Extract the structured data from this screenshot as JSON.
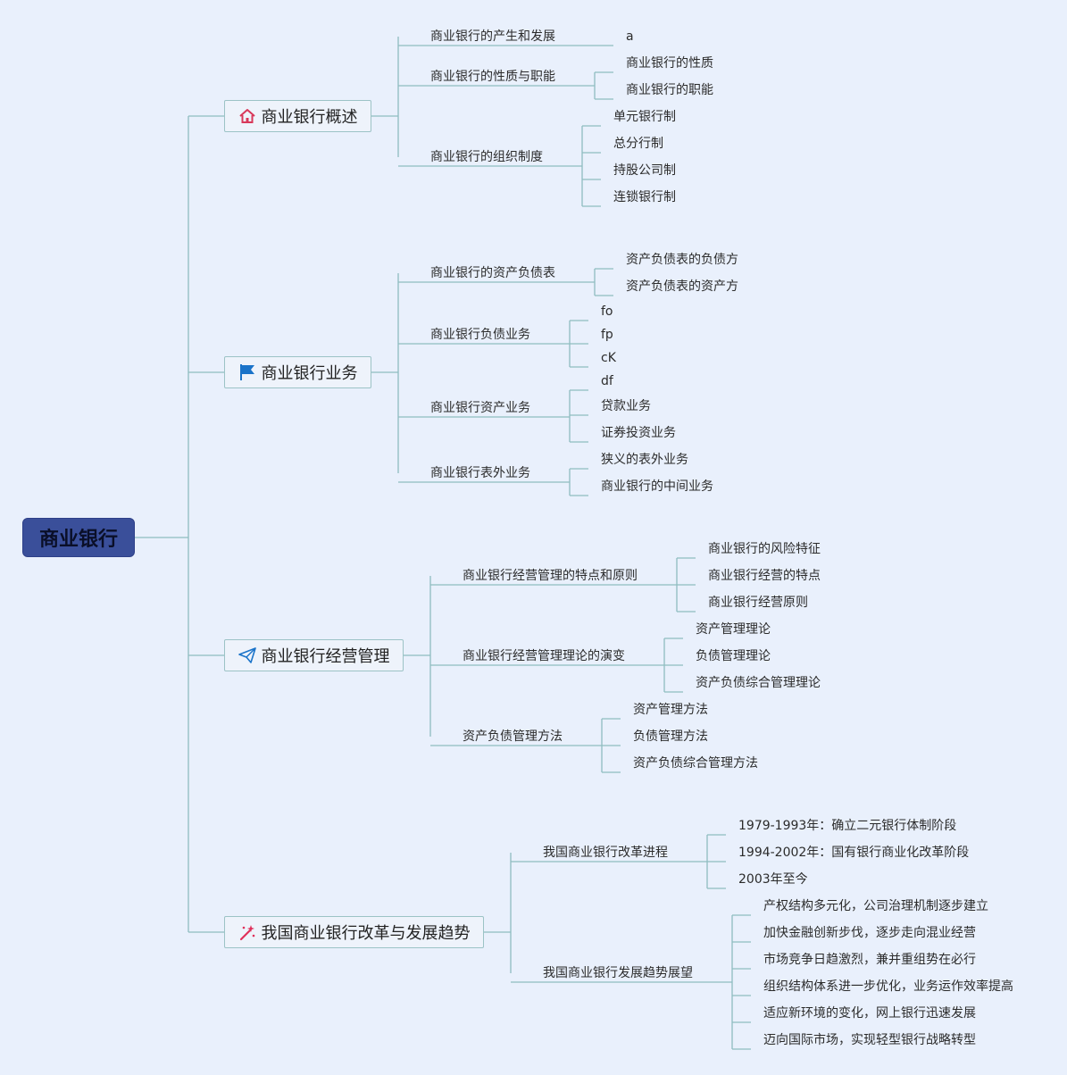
{
  "root": {
    "label": "商业银行"
  },
  "branches": [
    {
      "label": "商业银行概述",
      "icon": "house-icon",
      "children": [
        {
          "label": "商业银行的产生和发展",
          "children": [
            "a"
          ]
        },
        {
          "label": "商业银行的性质与职能",
          "children": [
            "商业银行的性质",
            "商业银行的职能"
          ]
        },
        {
          "label": "商业银行的组织制度",
          "children": [
            "单元银行制",
            "总分行制",
            "持股公司制",
            "连锁银行制"
          ]
        }
      ]
    },
    {
      "label": "商业银行业务",
      "icon": "flag-icon",
      "children": [
        {
          "label": "商业银行的资产负债表",
          "children": [
            "资产负债表的负债方",
            "资产负债表的资产方"
          ]
        },
        {
          "label": "商业银行负债业务",
          "children": [
            "fo",
            "fp",
            "cK"
          ]
        },
        {
          "label": "商业银行资产业务",
          "children": [
            "df",
            "贷款业务",
            "证券投资业务"
          ]
        },
        {
          "label": "商业银行表外业务",
          "children": [
            "狭义的表外业务",
            "商业银行的中间业务"
          ]
        }
      ]
    },
    {
      "label": "商业银行经营管理",
      "icon": "paper-plane-icon",
      "children": [
        {
          "label": "商业银行经营管理的特点和原则",
          "children": [
            "商业银行的风险特征",
            "商业银行经营的特点",
            "商业银行经营原则"
          ]
        },
        {
          "label": "商业银行经营管理理论的演变",
          "children": [
            "资产管理理论",
            "负债管理理论",
            "资产负债综合管理理论"
          ]
        },
        {
          "label": "资产负债管理方法",
          "children": [
            "资产管理方法",
            "负债管理方法",
            "资产负债综合管理方法"
          ]
        }
      ]
    },
    {
      "label": "我国商业银行改革与发展趋势",
      "icon": "magic-wand-icon",
      "children": [
        {
          "label": "我国商业银行改革进程",
          "children": [
            "1979-1993年：确立二元银行体制阶段",
            "1994-2002年：国有银行商业化改革阶段",
            "2003年至今"
          ]
        },
        {
          "label": "我国商业银行发展趋势展望",
          "children": [
            "产权结构多元化，公司治理机制逐步建立",
            "加快金融创新步伐，逐步走向混业经营",
            "市场竞争日趋激烈，兼并重组势在必行",
            "组织结构体系进一步优化，业务运作效率提高",
            "适应新环境的变化，网上银行迅速发展",
            "迈向国际市场，实现轻型银行战略转型"
          ]
        }
      ]
    }
  ],
  "colors": {
    "connector": "#8fbcc0",
    "root_fill": "#3a4f9a",
    "node_border": "#9cc3c6",
    "background": "#e9f0fc"
  }
}
